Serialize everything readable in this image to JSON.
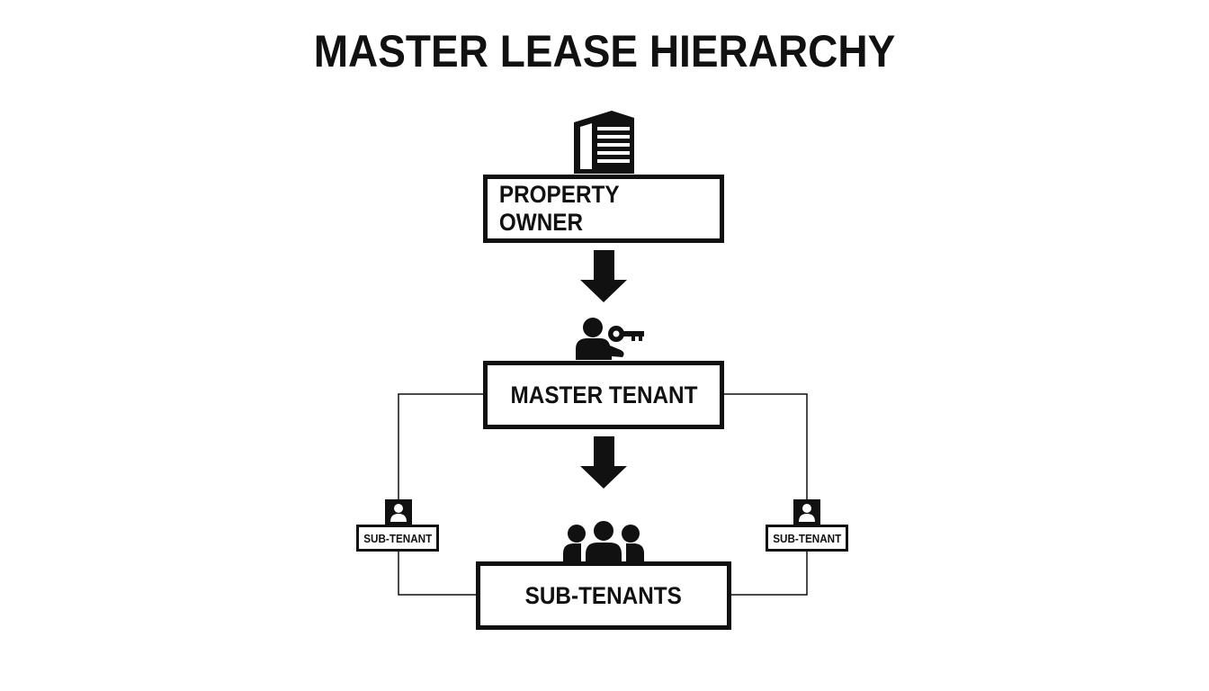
{
  "title": "MASTER LEASE HIERARCHY",
  "nodes": {
    "property_owner": "PROPERTY OWNER",
    "master_tenant": "MASTER TENANT",
    "sub_tenants": "SUB-TENANTS",
    "sub_tenant_left": "SUB-TENANT",
    "sub_tenant_right": "SUB-TENANT"
  },
  "icons": {
    "owner": "building-icon",
    "master": "person-with-key-icon",
    "group": "group-of-people-icon",
    "sub": "person-badge-icon"
  },
  "colors": {
    "ink": "#111111",
    "background": "#ffffff"
  }
}
